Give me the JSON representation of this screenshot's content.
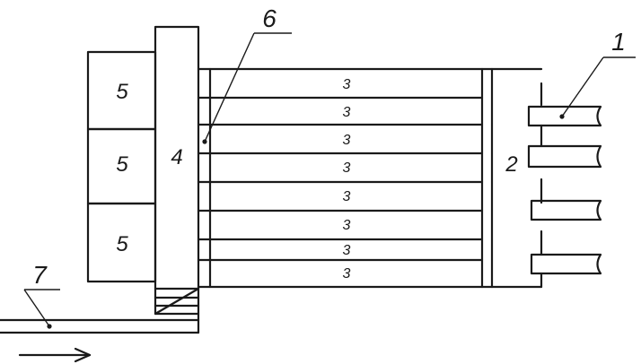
{
  "labels": {
    "pipe": "1",
    "header": "2",
    "tube": "3",
    "chamber": "4",
    "block": "5",
    "partition": "6",
    "outlet": "7"
  }
}
